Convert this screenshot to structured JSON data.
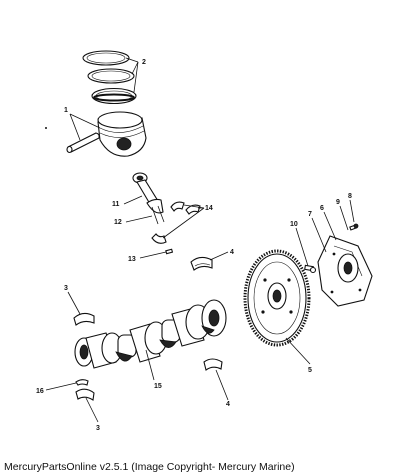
{
  "diagram": {
    "callouts": {
      "c1": "1",
      "c2": "2",
      "c3a": "3",
      "c3b": "3",
      "c4a": "4",
      "c4b": "4",
      "c5": "5",
      "c6": "6",
      "c7": "7",
      "c8": "8",
      "c9": "9",
      "c10": "10",
      "c11": "11",
      "c12": "12",
      "c13": "13",
      "c14": "14",
      "c15": "15",
      "c16": "16"
    }
  },
  "footer": {
    "caption": "MercuryPartsOnline v2.5.1 (Image Copyright- Mercury Marine)"
  }
}
